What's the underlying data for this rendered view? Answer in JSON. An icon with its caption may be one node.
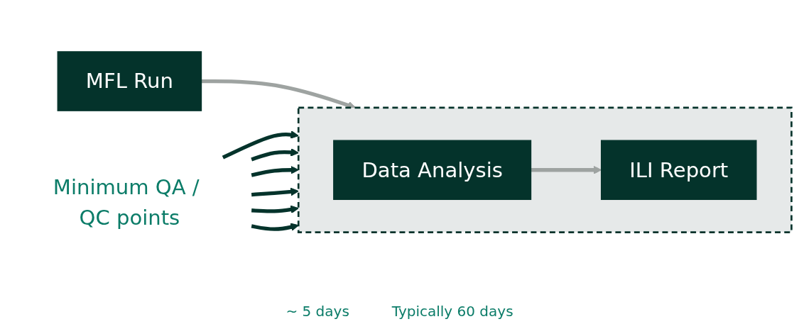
{
  "diagram": {
    "nodes": [
      {
        "text": [
          "MFL Run"
        ]
      },
      {
        "text": [],
        "shape": "box"
      },
      {
        "text": [
          "Data Analysis"
        ],
        "in": 1
      },
      {
        "text": [
          "ILI Report"
        ],
        "in": 1
      },
      {
        "text": [
          "Minimum QA / QC points"
        ]
      }
    ],
    "edges": [
      {
        "from": 0,
        "to": 1,
        "arrow": "to",
        "color": "#9ea3a1"
      },
      {
        "from": 2,
        "to": 3,
        "arrow": "to",
        "color": "#9ea3a1"
      },
      {
        "from": 4,
        "to": 1,
        "arrow": "to"
      },
      {
        "from": 4,
        "to": 1,
        "arrow": "to"
      },
      {
        "from": 4,
        "to": 1,
        "arrow": "to"
      },
      {
        "from": 4,
        "to": 1,
        "arrow": "to"
      },
      {
        "from": 4,
        "to": 1,
        "arrow": "to"
      },
      {
        "from": 4,
        "to": 1,
        "arrow": "to"
      }
    ],
    "labels": [
      "~ 5 days",
      "Typically 60 days"
    ]
  }
}
